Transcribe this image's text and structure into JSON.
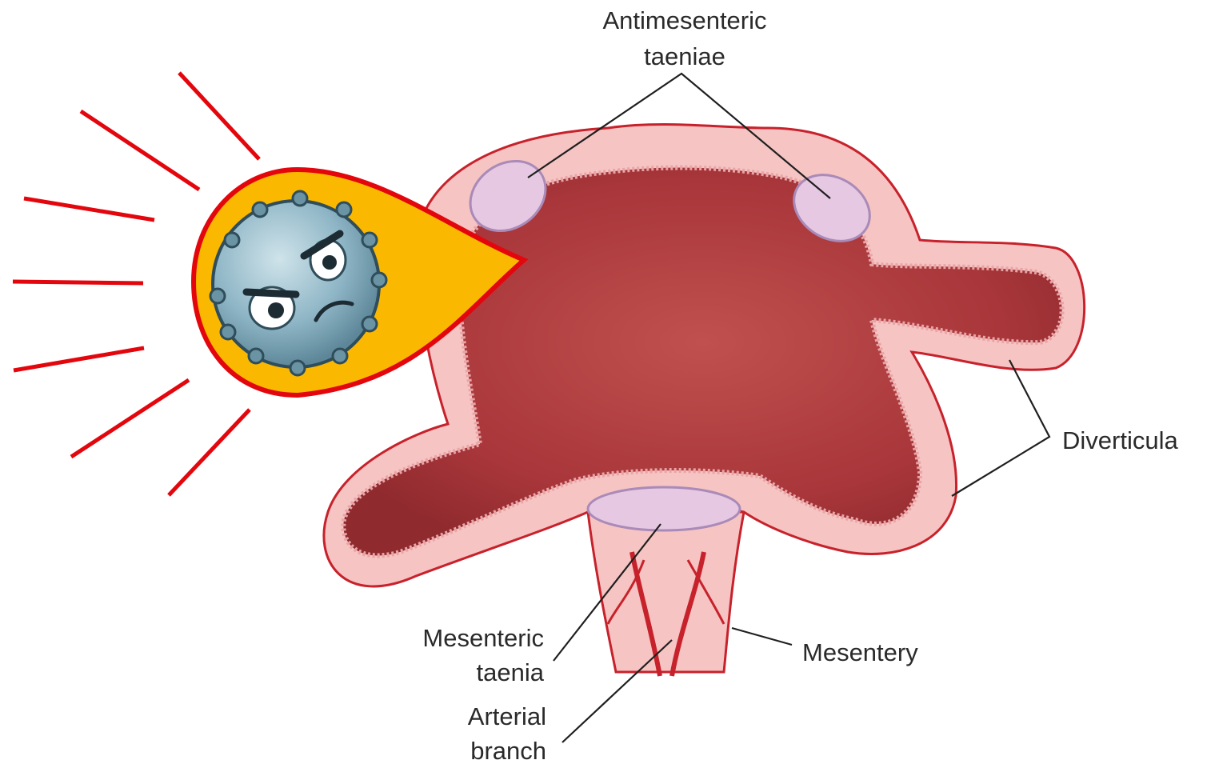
{
  "labels": {
    "antimesenteric_line1": "Antimesenteric",
    "antimesenteric_line2": "taeniae",
    "diverticula": "Diverticula",
    "mesenteric_line1": "Mesenteric",
    "mesenteric_line2": "taenia",
    "arterial_line1": "Arterial",
    "arterial_line2": "branch",
    "mesentery": "Mesentery"
  },
  "icons": {
    "callout": "angry-bacterium-callout-icon"
  },
  "colors": {
    "background": "#ffffff",
    "lumen": "#a8363a",
    "wall": "#f6c4c2",
    "wall_outline": "#c7222c",
    "taenia_fill": "#e6c8e2",
    "taenia_stroke": "#a98ab8",
    "callout_fill": "#fbb800",
    "callout_stroke": "#e3060d",
    "bacterium": "#8fb6c6",
    "rays": "#e3060d"
  }
}
